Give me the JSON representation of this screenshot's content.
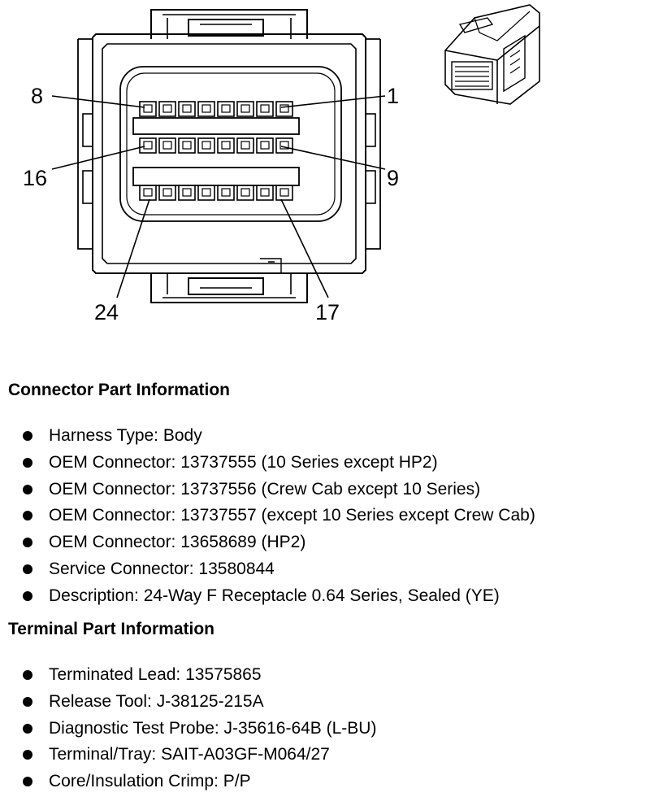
{
  "pin_labels": {
    "p8": "8",
    "p1": "1",
    "p16": "16",
    "p9": "9",
    "p24": "24",
    "p17": "17"
  },
  "connector_section": {
    "heading": "Connector Part Information",
    "items": [
      "Harness Type: Body",
      "OEM Connector: 13737555 (10 Series except HP2)",
      "OEM Connector: 13737556 (Crew Cab except 10 Series)",
      "OEM Connector: 13737557 (except 10 Series except Crew Cab)",
      "OEM Connector: 13658689 (HP2)",
      "Service Connector: 13580844",
      "Description: 24-Way F Receptacle 0.64 Series, Sealed (YE)"
    ]
  },
  "terminal_section": {
    "heading": "Terminal Part Information",
    "items": [
      "Terminated Lead: 13575865",
      "Release Tool: J-38125-215A",
      "Diagnostic Test Probe: J-35616-64B (L-BU)",
      "Terminal/Tray: SAIT-A03GF-M064/27",
      "Core/Insulation Crimp: P/P"
    ]
  }
}
